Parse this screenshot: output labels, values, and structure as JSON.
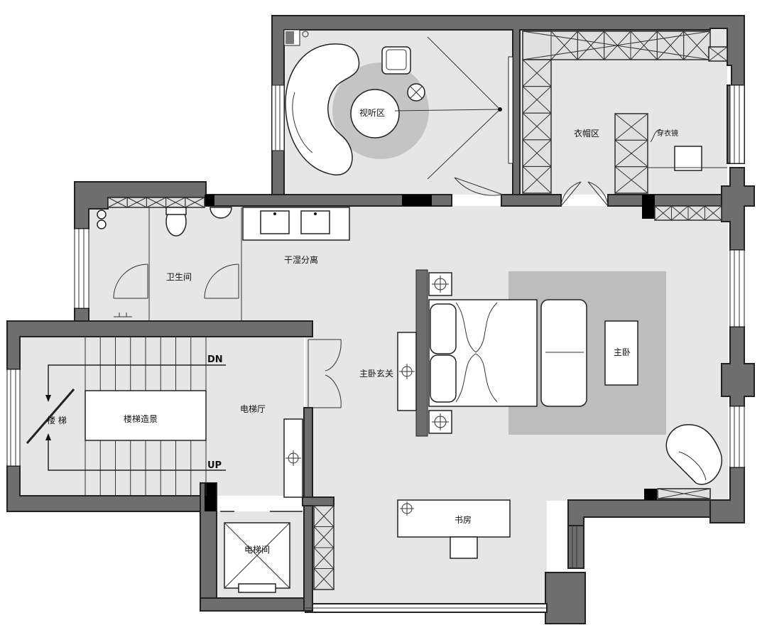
{
  "labels": {
    "av_zone": "视听区",
    "cloakroom": "衣帽区",
    "dressing_mirror": "穿衣镜",
    "bathroom": "卫生间",
    "wet_dry": "干湿分离",
    "master_foyer": "主卧玄关",
    "master_bedroom": "主卧",
    "elevator_hall": "电梯厅",
    "stair_feature": "楼梯造景",
    "stairs": "楼 梯",
    "elevator": "电梯间",
    "study": "书房",
    "down": "DN",
    "up": "UP"
  },
  "colors": {
    "wall": "#6e6e6e",
    "floor": "#e6e6e6",
    "rug": "#bdbdbd",
    "black_column": "#000000"
  }
}
